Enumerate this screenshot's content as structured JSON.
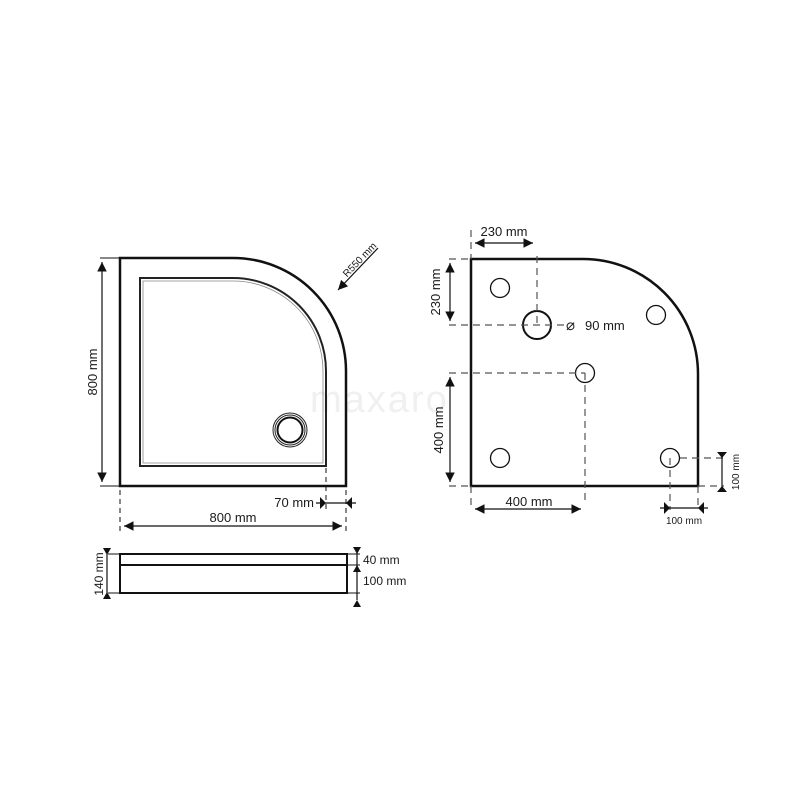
{
  "watermark": "maxaro",
  "top_view": {
    "height_label": "800 mm",
    "width_label": "800 mm",
    "rim_label": "70 mm",
    "radius_label": "R550 mm"
  },
  "side_view": {
    "total_label": "140 mm",
    "top_label": "40 mm",
    "bottom_label": "100 mm"
  },
  "bottom_view": {
    "drain_x_label": "230 mm",
    "drain_y_label": "230 mm",
    "drain_diameter_label": "90 mm",
    "diameter_symbol": "⌀",
    "foot_x_label": "400 mm",
    "foot_y_label": "400 mm",
    "edge_x_label": "100 mm",
    "edge_y_label": "100 mm"
  },
  "colors": {
    "line": "#111111",
    "dash": "#555555",
    "watermark": "#f0f0f0"
  }
}
